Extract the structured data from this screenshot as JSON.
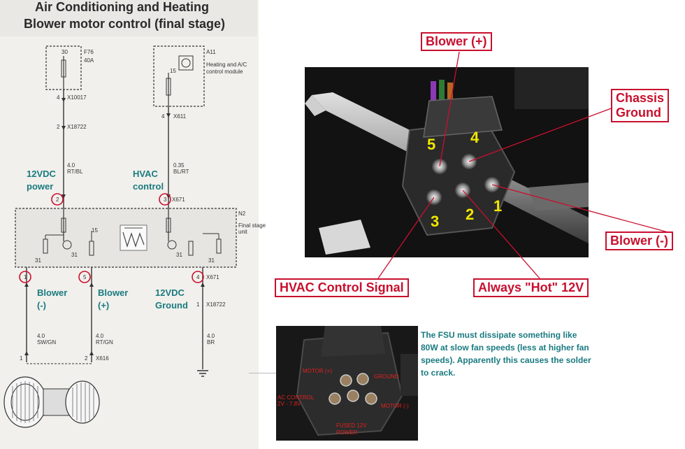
{
  "schematic": {
    "title_line1": "Air Conditioning and Heating",
    "title_line2": "Blower motor control (final stage)",
    "f76": {
      "pin": "30",
      "name": "F76",
      "rating": "40A"
    },
    "a11": {
      "pin": "15",
      "name": "A11",
      "desc_line1": "Heating and A/C",
      "desc_line2": "control module"
    },
    "conn_x10017": {
      "pin": "4",
      "name": "X10017"
    },
    "conn_x18722_top": {
      "pin": "2",
      "name": "X18722"
    },
    "conn_x611": {
      "pin": "4",
      "name": "X611"
    },
    "wire_rtbl": {
      "gauge": "4.0",
      "color": "RT/BL"
    },
    "wire_blrt": {
      "gauge": "0.35",
      "color": "BL/RT"
    },
    "label_12vdc_power_1": "12VDC",
    "label_12vdc_power_2": "power",
    "label_hvac_control_1": "HVAC",
    "label_hvac_control_2": "control",
    "pin2": "2",
    "pin3": "3",
    "x671_top": "X671",
    "n2": {
      "name": "N2",
      "desc_line1": "Final stage",
      "desc_line2": "unit"
    },
    "internal_15": "15",
    "internal_31a": "31",
    "internal_31b": "31",
    "internal_31c": "31",
    "internal_31d": "31",
    "pin1": "1",
    "pin5": "5",
    "pin4": "4",
    "x671_bottom": "X671",
    "label_blower_minus_1": "Blower",
    "label_blower_minus_2": "(-)",
    "label_blower_plus_1": "Blower",
    "label_blower_plus_2": "(+)",
    "label_12vdc_ground_1": "12VDC",
    "label_12vdc_ground_2": "Ground",
    "conn_x18722_bottom": {
      "pin": "1",
      "name": "X18722"
    },
    "wire_swgn": {
      "gauge": "4.0",
      "color": "SW/GN"
    },
    "wire_rtgn": {
      "gauge": "4.0",
      "color": "RT/GN"
    },
    "wire_br": {
      "gauge": "4.0",
      "color": "BR"
    },
    "x616": {
      "pin_left": "1",
      "pin_right": "2",
      "name": "X616"
    }
  },
  "connector_photo": {
    "pin_numbers": [
      "5",
      "4",
      "3",
      "2",
      "1"
    ],
    "callouts": {
      "blower_plus": "Blower (+)",
      "chassis_ground_1": "Chassis",
      "chassis_ground_2": "Ground",
      "blower_minus": "Blower (-)",
      "hvac_signal": "HVAC Control Signal",
      "always_hot": "Always \"Hot\" 12V"
    },
    "callout_color": "#c8102e",
    "pin_number_color": "#f2e600"
  },
  "fsu_photo": {
    "labels": {
      "motor_plus": "MOTOR (+)",
      "ground": "GROUND",
      "ac_control_1": "AC CONTROL",
      "ac_control_2": "2V - 7.8V",
      "motor_minus": "MOTOR (-)",
      "fused_1": "FUSED 12V",
      "fused_2": "POWER"
    }
  },
  "note": {
    "text": "The FSU must dissipate something like 80W at slow fan speeds (less at higher fan speeds). Apparently this causes the solder to crack.",
    "color": "#1a7a80"
  }
}
